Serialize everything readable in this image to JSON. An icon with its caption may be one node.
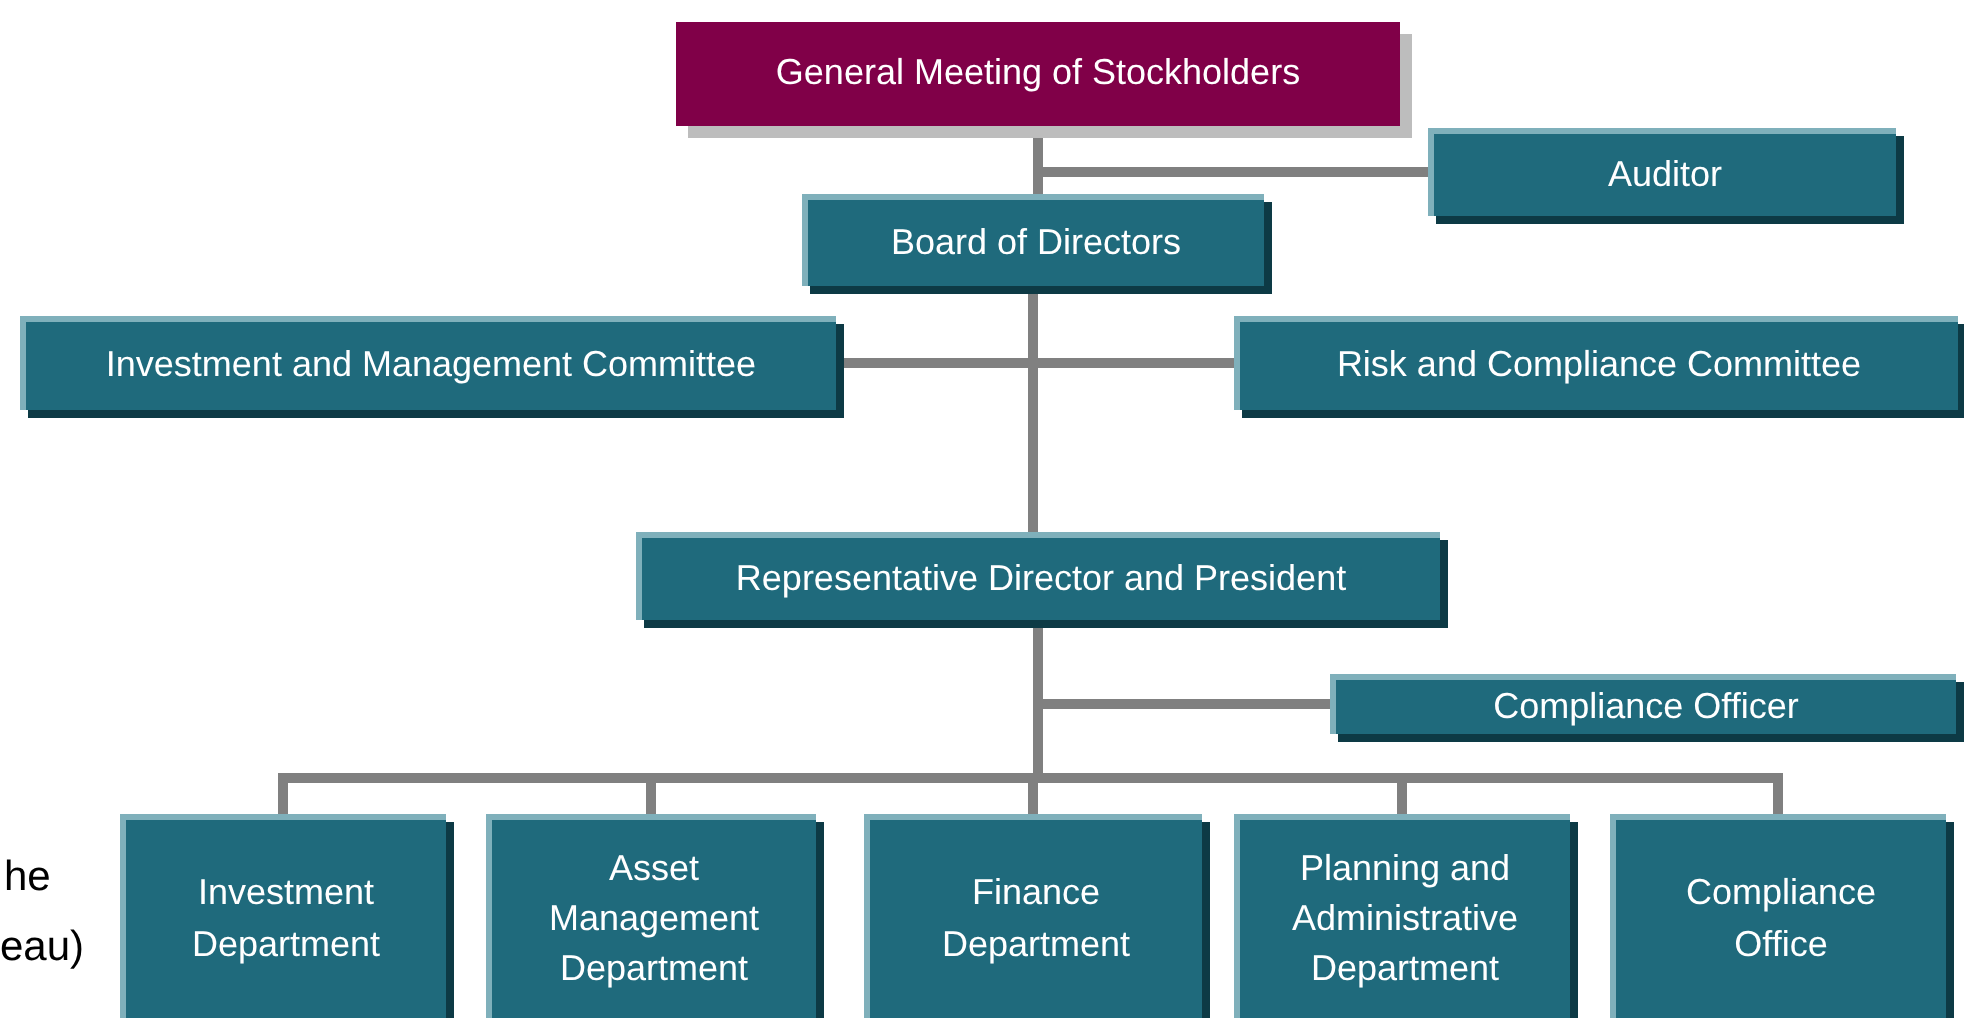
{
  "diagram": {
    "nodes": [
      {
        "text": [
          "General Meeting of Stockholders"
        ]
      },
      {
        "text": [
          "Auditor"
        ]
      },
      {
        "text": [
          "Board of Directors"
        ]
      },
      {
        "text": [
          "Investment and Management Committee"
        ]
      },
      {
        "text": [
          "Risk and Compliance Committee"
        ]
      },
      {
        "text": [
          "Representative Director and President"
        ]
      },
      {
        "text": [
          "Compliance Officer"
        ]
      },
      {
        "text": [
          "Investment Department"
        ]
      },
      {
        "text": [
          "Asset Management Department"
        ]
      },
      {
        "text": [
          "Finance Department"
        ]
      },
      {
        "text": [
          "Planning and Administrative Department"
        ]
      },
      {
        "text": [
          "Compliance Office"
        ]
      }
    ],
    "edges": [
      {
        "from": 0,
        "to": 2,
        "arrow": "none"
      },
      {
        "from": 0,
        "to": 1,
        "arrow": "none"
      },
      {
        "from": 2,
        "to": 3,
        "arrow": "none"
      },
      {
        "from": 2,
        "to": 4,
        "arrow": "none"
      },
      {
        "from": 2,
        "to": 5,
        "arrow": "none"
      },
      {
        "from": 5,
        "to": 6,
        "arrow": "none"
      },
      {
        "from": 5,
        "to": 7,
        "arrow": "none"
      },
      {
        "from": 5,
        "to": 8,
        "arrow": "none"
      },
      {
        "from": 5,
        "to": 9,
        "arrow": "none"
      },
      {
        "from": 5,
        "to": 10,
        "arrow": "none"
      },
      {
        "from": 5,
        "to": 11,
        "arrow": "none"
      }
    ],
    "labels": [
      "he",
      "eau)"
    ]
  }
}
